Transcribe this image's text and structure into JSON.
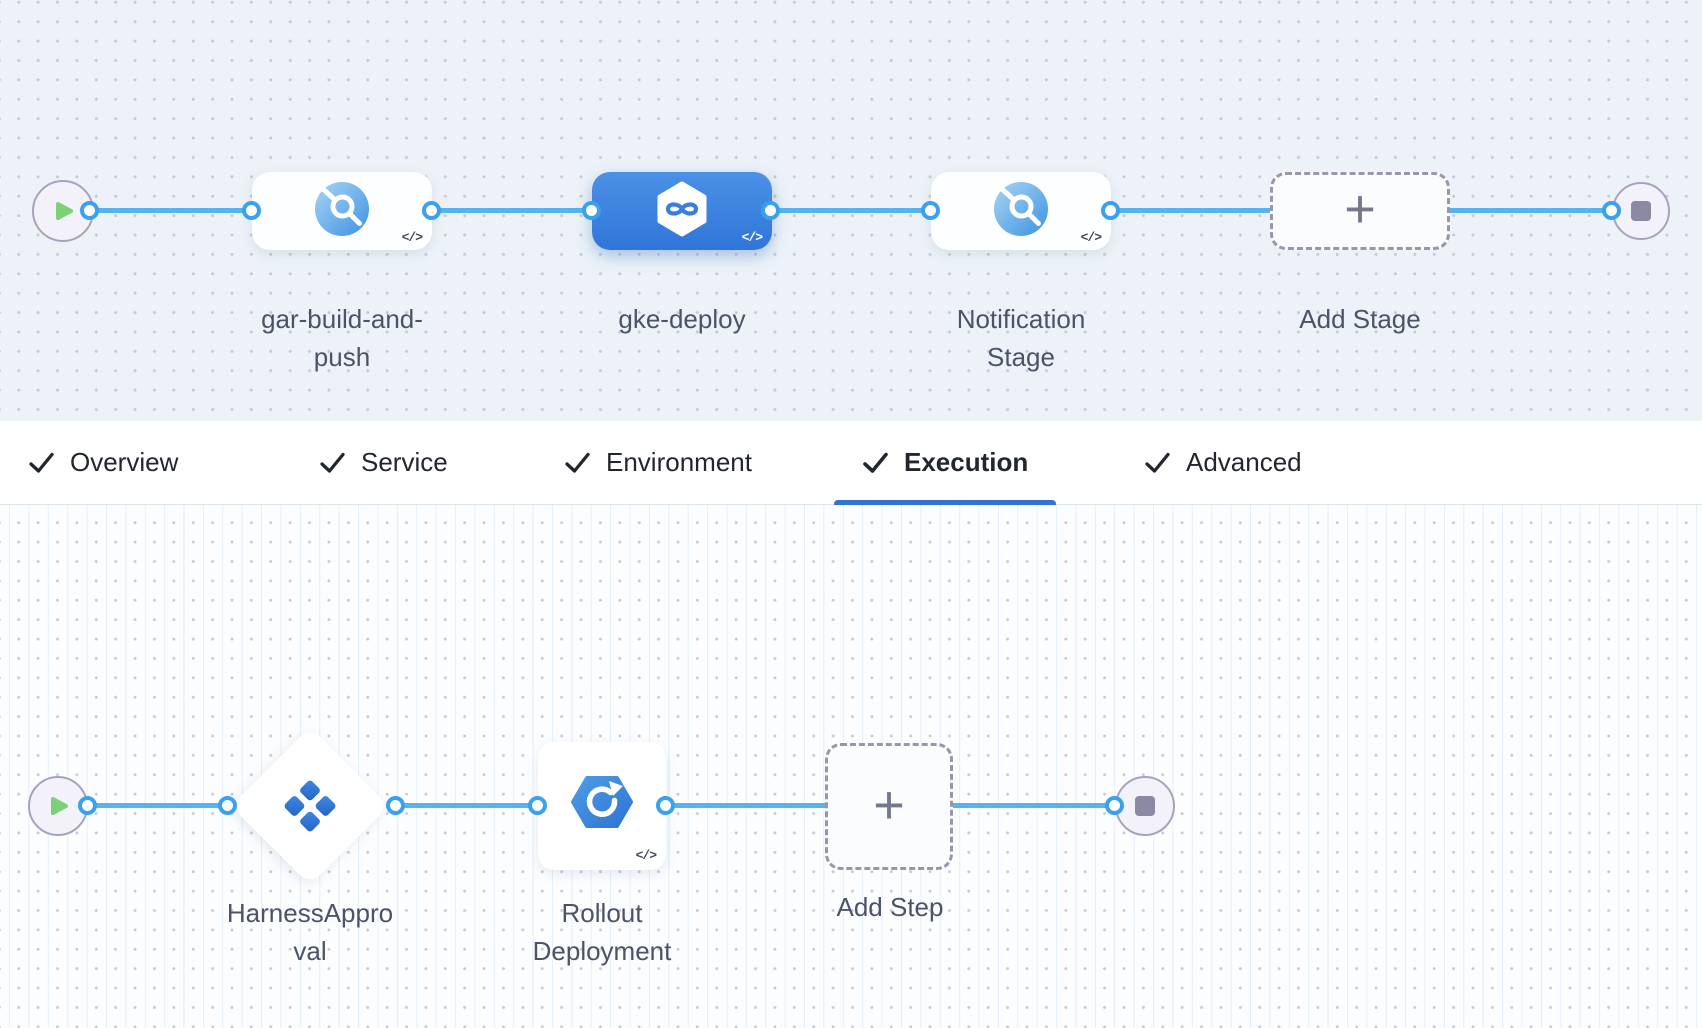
{
  "pipeline": {
    "stages": [
      {
        "name": "gar-build-and-push"
      },
      {
        "name": "gke-deploy"
      },
      {
        "name": "Notification Stage"
      }
    ],
    "add_stage_label": "Add Stage",
    "code_badge": "</>",
    "plus": "+"
  },
  "tabs": [
    {
      "label": "Overview"
    },
    {
      "label": "Service"
    },
    {
      "label": "Environment"
    },
    {
      "label": "Execution"
    },
    {
      "label": "Advanced"
    }
  ],
  "active_tab": "Execution",
  "execution": {
    "steps": [
      {
        "name": "HarnessApproval"
      },
      {
        "name": "Rollout Deployment"
      }
    ],
    "add_step_label": "Add Step",
    "plus": "+"
  },
  "colors": {
    "canvas_top_bg": "#ecf2f8",
    "canvas_bottom_bg": "#fcfdff",
    "connector_blue": "#55b4f0",
    "selected_stage_blue": "#3b82dd",
    "tab_underline_blue": "#3273d3",
    "play_green": "#7cd076",
    "node_gray": "#8c89a2",
    "label_gray": "#4c5366"
  }
}
